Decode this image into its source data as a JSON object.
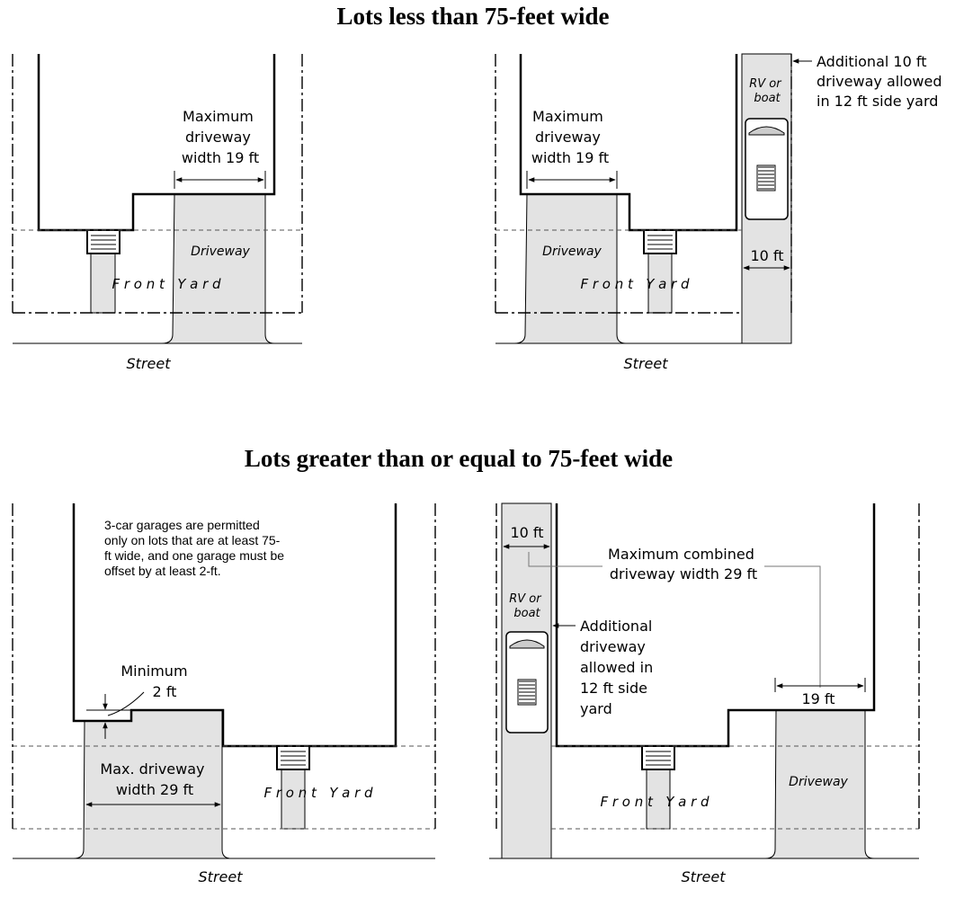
{
  "titles": {
    "top": "Lots less than 75-feet wide",
    "bottom": "Lots greater than or equal to 75-feet wide"
  },
  "panel_tl": {
    "max_label": [
      "Maximum",
      "driveway",
      "width 19 ft"
    ],
    "driveway": "Driveway",
    "front_yard": "F r o n t   Y a r d",
    "street": "Street"
  },
  "panel_tr": {
    "max_label": [
      "Maximum",
      "driveway",
      "width 19 ft"
    ],
    "additional": [
      "Additional 10 ft",
      "driveway allowed",
      "in 12 ft side yard"
    ],
    "rv": [
      "RV or",
      "boat"
    ],
    "ten_ft": "10 ft",
    "driveway": "Driveway",
    "front_yard": "F r o n t   Y a r d",
    "street": "Street"
  },
  "panel_bl": {
    "note": [
      "3-car garages are permitted",
      "only on lots that are at least 75-",
      "ft wide, and one garage must be",
      "offset by at least 2-ft."
    ],
    "minimum": [
      "Minimum",
      "2 ft"
    ],
    "max_label": [
      "Max. driveway",
      "width 29 ft"
    ],
    "front_yard": "F r o n t   Y a r d",
    "street": "Street"
  },
  "panel_br": {
    "ten_ft": "10 ft",
    "max_combined": [
      "Maximum combined",
      "driveway width 29 ft"
    ],
    "rv": [
      "RV or",
      "boat"
    ],
    "additional": [
      "Additional",
      "driveway",
      "allowed in",
      "12 ft side",
      "yard"
    ],
    "nineteen_ft": "19 ft",
    "driveway": "Driveway",
    "front_yard": "F r o n t   Y a r d",
    "street": "Street"
  }
}
